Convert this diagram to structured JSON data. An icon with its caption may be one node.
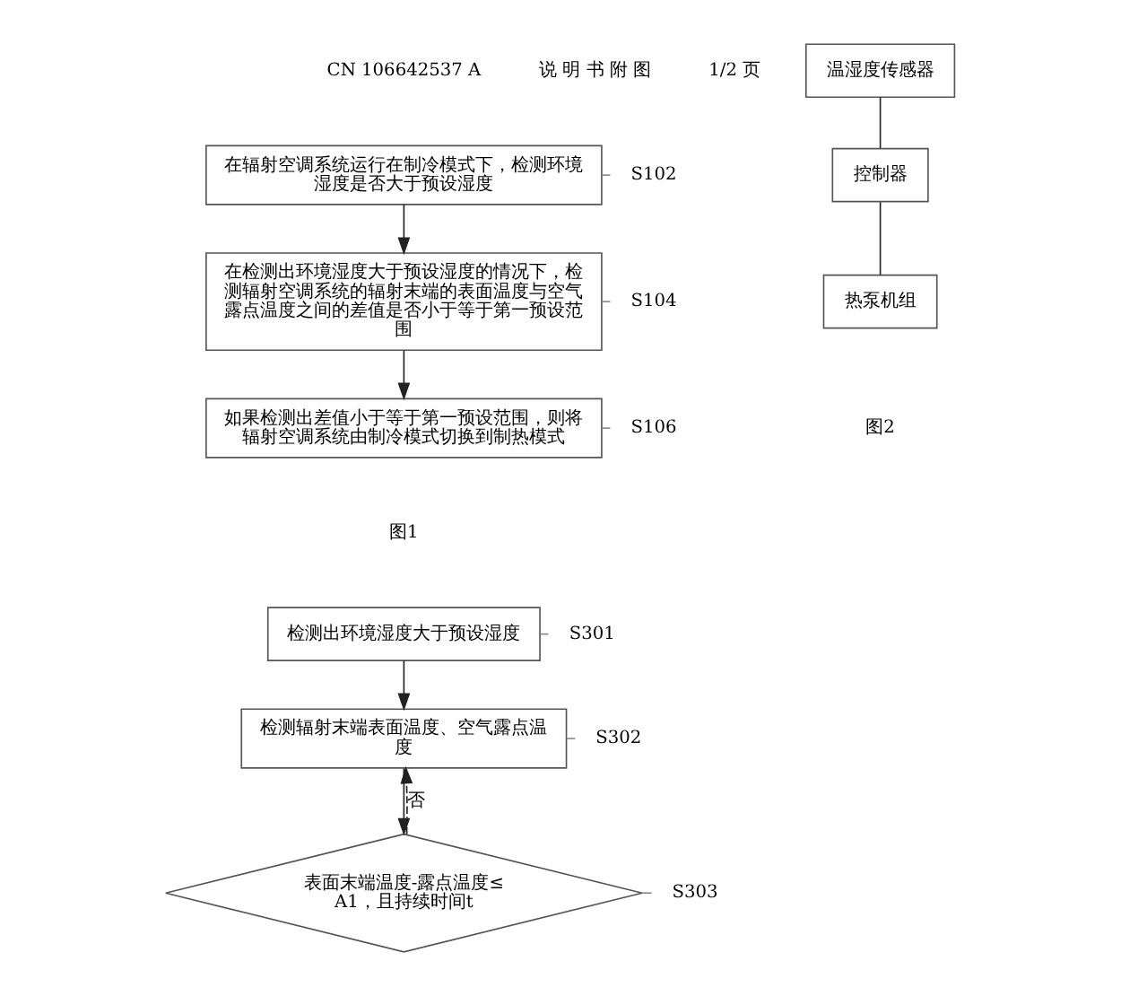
{
  "diagram": {
    "nodes": [
      {
        "text": [
          "在辐射空调系统运行在制冷模式下，检测环境湿度是否大于预设湿度"
        ],
        "beside": [
          "S102"
        ]
      },
      {
        "text": [
          "在检测出环境湿度大于预设湿度的情况下，检测辐射空调系统的辐射末端的表面温度与空气露点温度之间的差值是否小于等于第一预设范围"
        ],
        "beside": [
          "S104"
        ]
      },
      {
        "text": [
          "如果检测出差值小于等于第一预设范围，则将辐射空调系统由制冷模式切换到制热模式"
        ],
        "beside": [
          "S106"
        ]
      },
      {
        "text": [
          "温湿度传感器"
        ]
      },
      {
        "text": [
          "控制器"
        ]
      },
      {
        "text": [
          "热泵机组"
        ]
      },
      {
        "text": [
          "检测出环境湿度大于预设湿度"
        ],
        "beside": [
          "S301"
        ]
      },
      {
        "text": [
          "检测辐射末端表面温度、空气露点温度"
        ],
        "beside": [
          "S302"
        ]
      },
      {
        "text": [
          "表面末端温度-露点温度≤A1，且持续时间t"
        ],
        "beside": [
          "S303"
        ]
      }
    ],
    "edges": [
      {
        "from": 0,
        "to": 1,
        "arrow": "to"
      },
      {
        "from": 1,
        "to": 2,
        "arrow": "to"
      },
      {
        "from": 3,
        "to": 4,
        "arrow": "none"
      },
      {
        "from": 4,
        "to": 5,
        "arrow": "none"
      },
      {
        "from": 6,
        "to": 7,
        "arrow": "to"
      },
      {
        "from": 7,
        "to": 8,
        "arrow": "to"
      },
      {
        "from": 8,
        "to": 7,
        "arrow": "to",
        "label": "否",
        "style": "dashed"
      }
    ],
    "labels": [
      "CN 106642537 A",
      "说 明 书 附 图",
      "1/2 页",
      "图1",
      "图2"
    ]
  }
}
